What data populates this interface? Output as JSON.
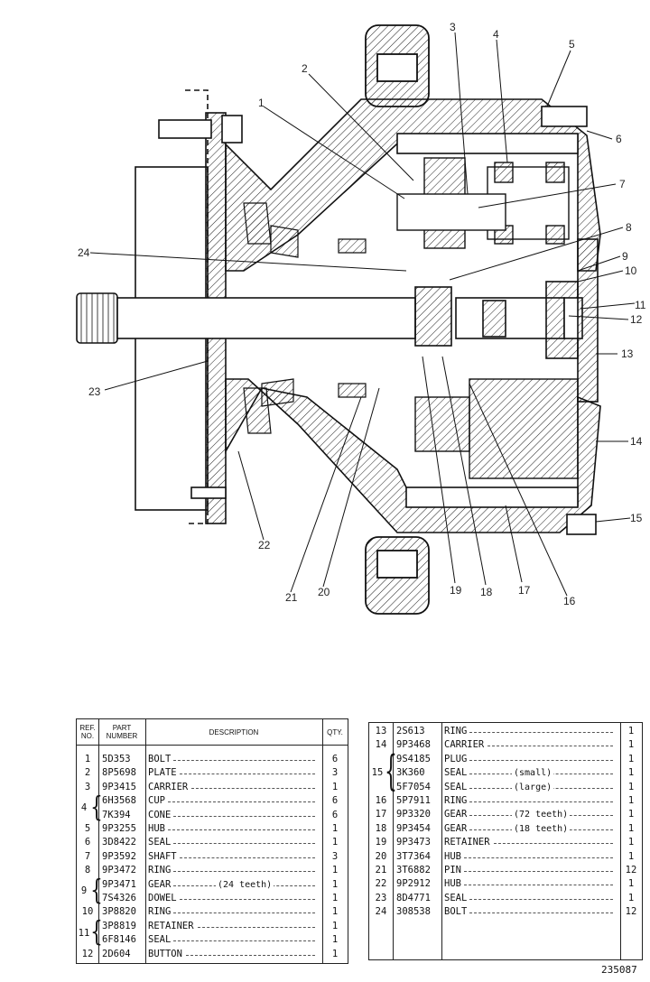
{
  "callouts": [
    "1",
    "2",
    "3",
    "4",
    "5",
    "6",
    "7",
    "8",
    "9",
    "10",
    "11",
    "12",
    "13",
    "14",
    "15",
    "16",
    "17",
    "18",
    "19",
    "20",
    "21",
    "22",
    "23",
    "24"
  ],
  "table_headers": {
    "ref_no": "REF. NO.",
    "part_number": "PART NUMBER",
    "description": "DESCRIPTION",
    "qty": "QTY."
  },
  "parts_left": [
    {
      "ref": "1",
      "part": "5D353",
      "desc": "BOLT",
      "note": "",
      "qty": "6"
    },
    {
      "ref": "2",
      "part": "8P5698",
      "desc": "PLATE",
      "note": "",
      "qty": "3"
    },
    {
      "ref": "3",
      "part": "9P3415",
      "desc": "CARRIER",
      "note": "",
      "qty": "1"
    },
    {
      "ref": "",
      "part": "6H3568",
      "desc": "CUP",
      "note": "",
      "qty": "6"
    },
    {
      "ref": "",
      "part": "7K394",
      "desc": "CONE",
      "note": "",
      "qty": "6"
    },
    {
      "ref": "5",
      "part": "9P3255",
      "desc": "HUB",
      "note": "",
      "qty": "1"
    },
    {
      "ref": "6",
      "part": "3D8422",
      "desc": "SEAL",
      "note": "",
      "qty": "1"
    },
    {
      "ref": "7",
      "part": "9P3592",
      "desc": "SHAFT",
      "note": "",
      "qty": "3"
    },
    {
      "ref": "8",
      "part": "9P3472",
      "desc": "RING",
      "note": "",
      "qty": "1"
    },
    {
      "ref": "",
      "part": "9P3471",
      "desc": "GEAR",
      "note": "(24 teeth)",
      "qty": "1"
    },
    {
      "ref": "",
      "part": "7S4326",
      "desc": "DOWEL",
      "note": "",
      "qty": "1"
    },
    {
      "ref": "10",
      "part": "3P8820",
      "desc": "RING",
      "note": "",
      "qty": "1"
    },
    {
      "ref": "",
      "part": "3P8819",
      "desc": "RETAINER",
      "note": "",
      "qty": "1"
    },
    {
      "ref": "",
      "part": "6F8146",
      "desc": "SEAL",
      "note": "",
      "qty": "1"
    },
    {
      "ref": "12",
      "part": "2D604",
      "desc": "BUTTON",
      "note": "",
      "qty": "1"
    }
  ],
  "groups_left": [
    {
      "ref": "4",
      "rows": [
        3,
        4
      ]
    },
    {
      "ref": "9",
      "rows": [
        9,
        10
      ]
    },
    {
      "ref": "11",
      "rows": [
        12,
        13
      ]
    }
  ],
  "parts_right": [
    {
      "ref": "13",
      "part": "2S613",
      "desc": "RING",
      "note": "",
      "qty": "1"
    },
    {
      "ref": "14",
      "part": "9P3468",
      "desc": "CARRIER",
      "note": "",
      "qty": "1"
    },
    {
      "ref": "",
      "part": "9S4185",
      "desc": "PLUG",
      "note": "",
      "qty": "1"
    },
    {
      "ref": "",
      "part": "3K360",
      "desc": "SEAL",
      "note": "(small)",
      "qty": "1"
    },
    {
      "ref": "",
      "part": "5F7054",
      "desc": "SEAL",
      "note": "(large)",
      "qty": "1"
    },
    {
      "ref": "16",
      "part": "5P7911",
      "desc": "RING",
      "note": "",
      "qty": "1"
    },
    {
      "ref": "17",
      "part": "9P3320",
      "desc": "GEAR",
      "note": "(72 teeth)",
      "qty": "1"
    },
    {
      "ref": "18",
      "part": "9P3454",
      "desc": "GEAR",
      "note": "(18 teeth)",
      "qty": "1"
    },
    {
      "ref": "19",
      "part": "9P3473",
      "desc": "RETAINER",
      "note": "",
      "qty": "1"
    },
    {
      "ref": "20",
      "part": "3T7364",
      "desc": "HUB",
      "note": "",
      "qty": "1"
    },
    {
      "ref": "21",
      "part": "3T6882",
      "desc": "PIN",
      "note": "",
      "qty": "12"
    },
    {
      "ref": "22",
      "part": "9P2912",
      "desc": "HUB",
      "note": "",
      "qty": "1"
    },
    {
      "ref": "23",
      "part": "8D4771",
      "desc": "SEAL",
      "note": "",
      "qty": "1"
    },
    {
      "ref": "24",
      "part": "308538",
      "desc": "BOLT",
      "note": "",
      "qty": "12"
    }
  ],
  "groups_right": [
    {
      "ref": "15",
      "rows": [
        2,
        4
      ]
    }
  ],
  "figure_id": "235087"
}
